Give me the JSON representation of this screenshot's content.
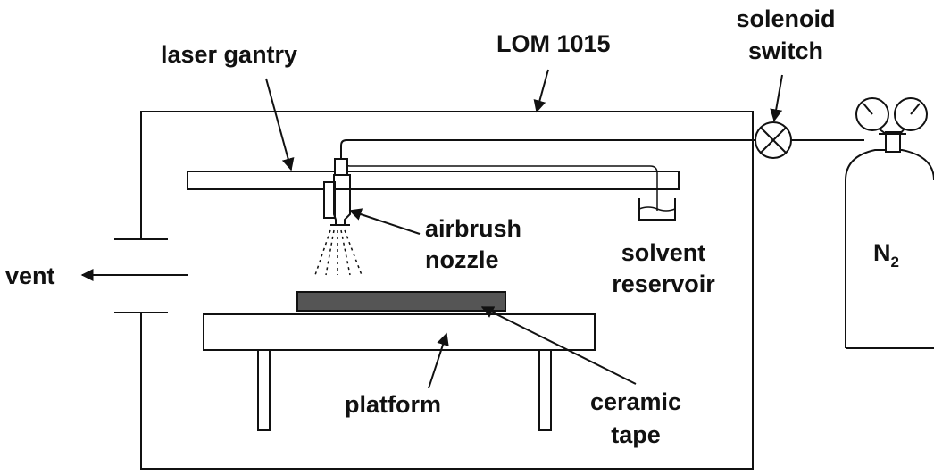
{
  "labels": {
    "lom": "LOM 1015",
    "laser_gantry": "laser gantry",
    "solenoid_line1": "solenoid",
    "solenoid_line2": "switch",
    "airbrush_line1": "airbrush",
    "airbrush_line2": "nozzle",
    "solvent_line1": "solvent",
    "solvent_line2": "reservoir",
    "vent": "vent",
    "nitrogen_main": "N",
    "nitrogen_sub": "2",
    "platform": "platform",
    "ceramic_line1": "ceramic",
    "ceramic_line2": "tape"
  },
  "colors": {
    "stroke": "#111111",
    "tape_fill": "#555555",
    "background": "#ffffff"
  }
}
